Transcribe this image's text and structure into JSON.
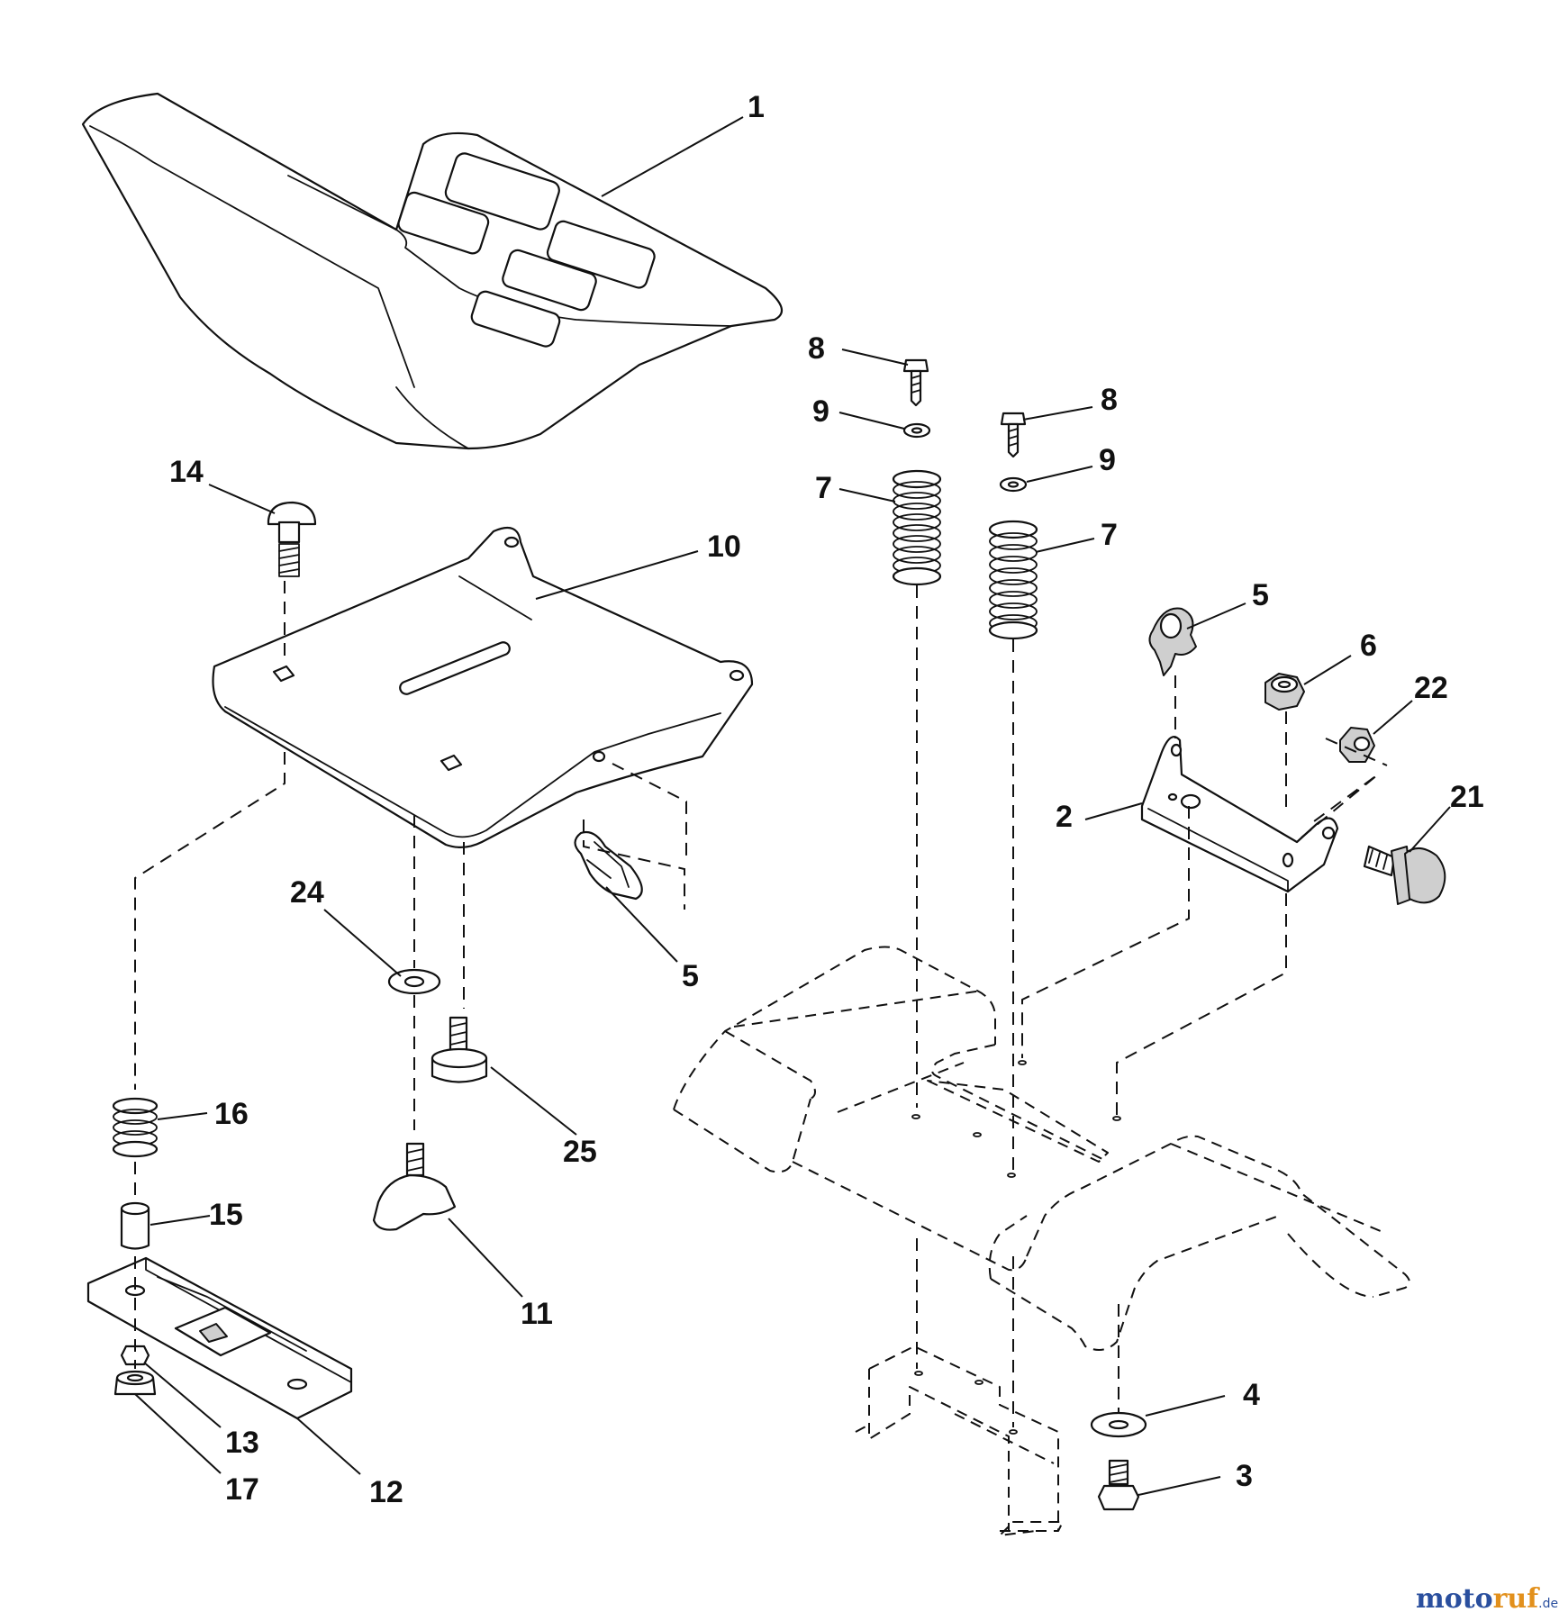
{
  "callouts": {
    "c1": "1",
    "c2": "2",
    "c3": "3",
    "c4": "4",
    "c5a": "5",
    "c5b": "5",
    "c6": "6",
    "c7a": "7",
    "c7b": "7",
    "c8a": "8",
    "c8b": "8",
    "c9a": "9",
    "c9b": "9",
    "c10": "10",
    "c11": "11",
    "c12": "12",
    "c13": "13",
    "c14": "14",
    "c15": "15",
    "c16": "16",
    "c17": "17",
    "c21": "21",
    "c22": "22",
    "c24": "24",
    "c25": "25"
  },
  "watermark": {
    "brand_part1": "moto",
    "brand_part2": "ruf",
    "suffix": ".de"
  }
}
